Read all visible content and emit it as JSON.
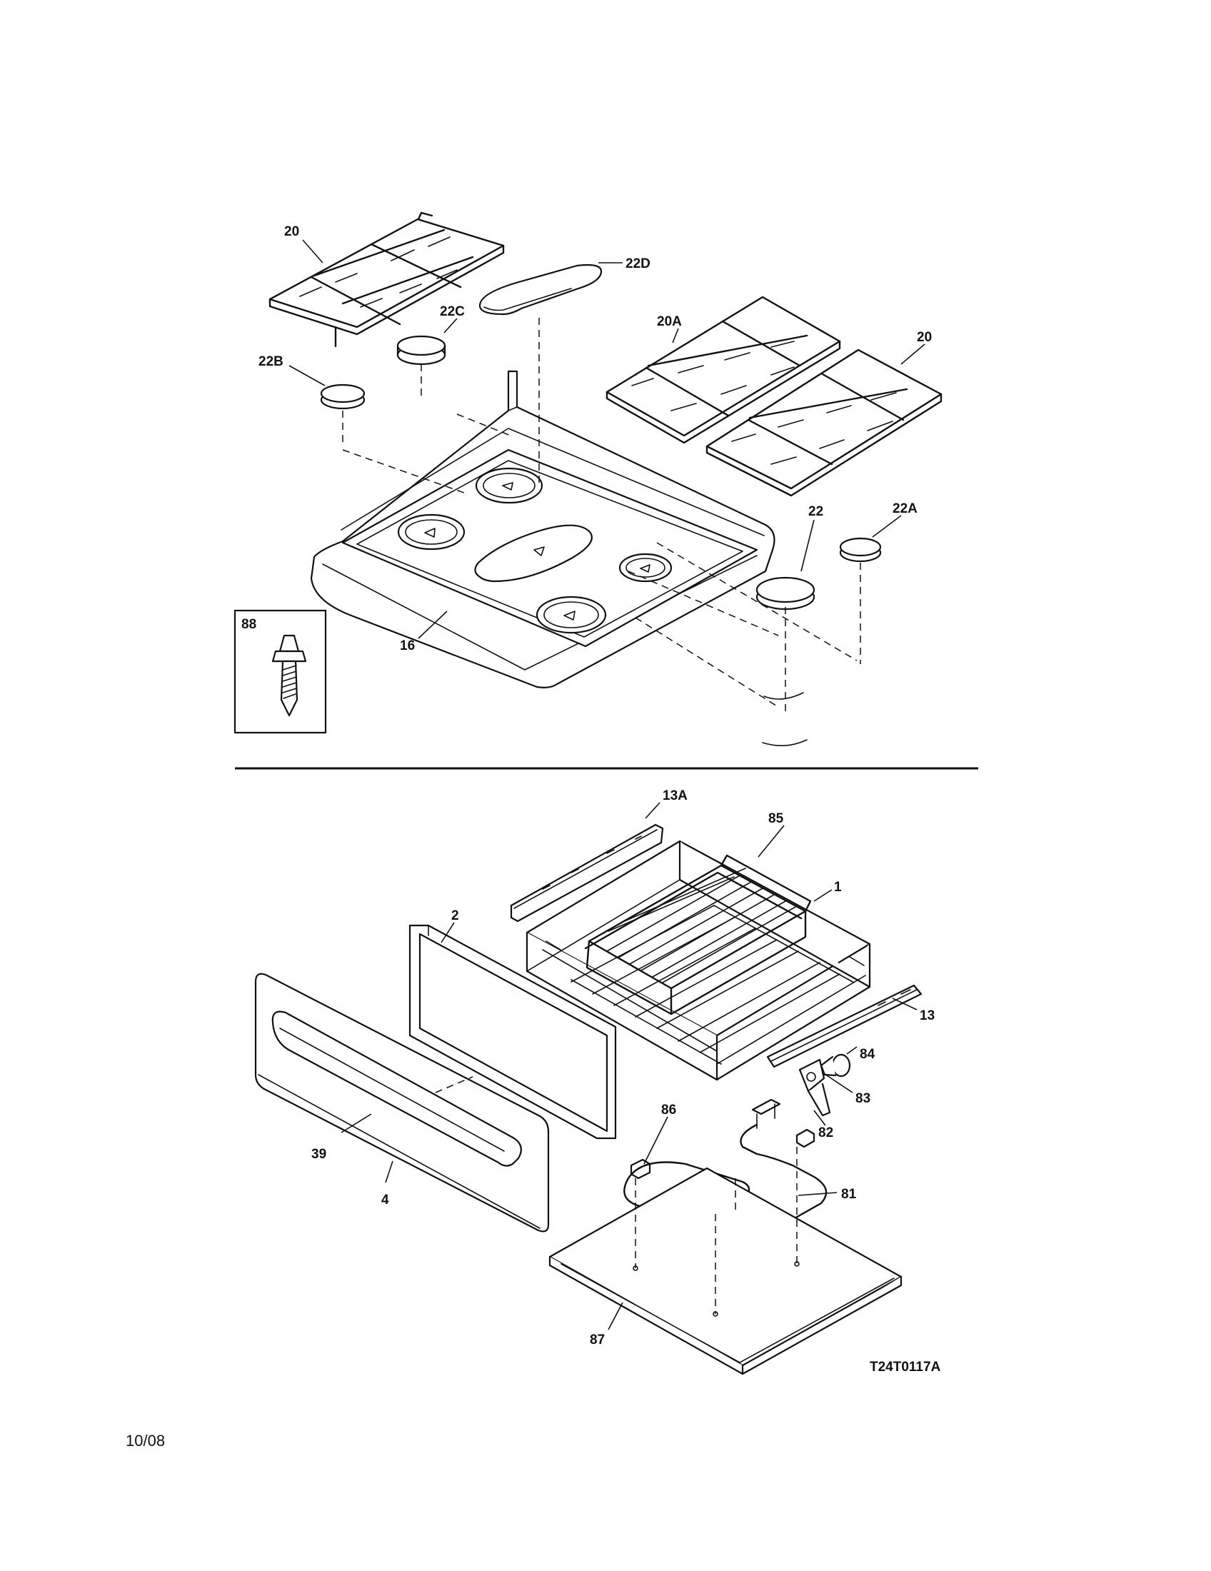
{
  "diagram": {
    "drawing_number": "T24T0117A",
    "date": "10/08",
    "callouts": [
      "20",
      "22D",
      "22C",
      "22B",
      "20A",
      "20",
      "22",
      "22A",
      "16",
      "88",
      "13A",
      "85",
      "1",
      "2",
      "13",
      "84",
      "83",
      "82",
      "86",
      "39",
      "4",
      "81",
      "87"
    ]
  }
}
